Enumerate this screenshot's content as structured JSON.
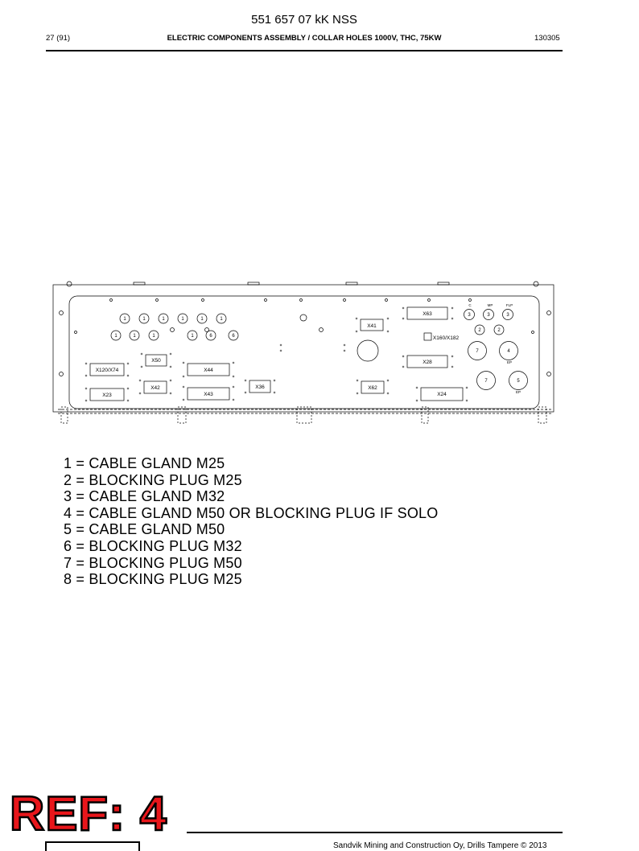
{
  "header": {
    "doc_number": "551 657 07 kK NSS",
    "page": "27 (91)",
    "title": "ELECTRIC COMPONENTS ASSEMBLY / COLLAR HOLES 1000V, THC, 75KW",
    "code": "130305"
  },
  "drawing": {
    "boxes": [
      "X63",
      "X41",
      "X160/X182",
      "X28",
      "X50",
      "X120/X74",
      "X44",
      "X36",
      "X42",
      "X23",
      "X43",
      "X62",
      "X24"
    ],
    "plug_labels": [
      "C",
      "MP",
      "FLP",
      "EP",
      "EP"
    ],
    "gland_numbers": [
      "1",
      "1",
      "1",
      "1",
      "1",
      "1",
      "1",
      "1",
      "1",
      "1",
      "6",
      "6",
      "3",
      "3",
      "3",
      "2",
      "2",
      "7",
      "4",
      "7",
      "5"
    ]
  },
  "legend": [
    "1 = CABLE GLAND M25",
    "2 = BLOCKING PLUG M25",
    "3 = CABLE GLAND M32",
    "4 = CABLE GLAND M50 OR BLOCKING PLUG IF SOLO",
    "5 = CABLE GLAND M50",
    "6 = BLOCKING PLUG M32",
    "7 = BLOCKING PLUG M50",
    "8 = BLOCKING PLUG M25"
  ],
  "footer": {
    "stamp": "REF: 4",
    "copyright": "Sandvik Mining and Construction Oy, Drills Tampere © 2013"
  }
}
